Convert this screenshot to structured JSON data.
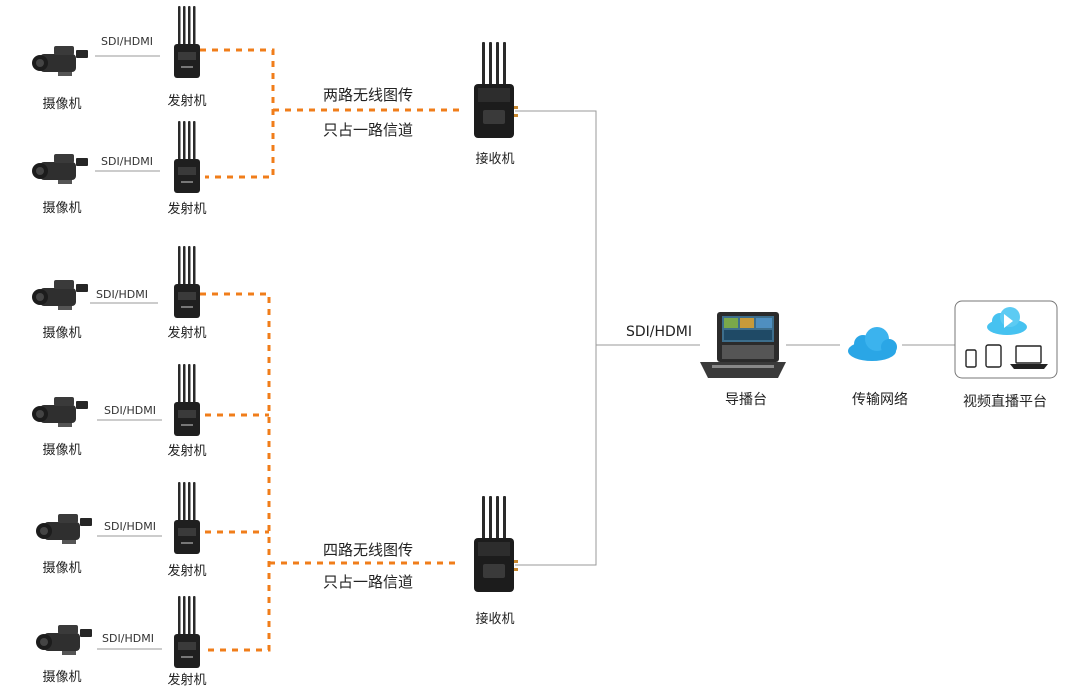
{
  "labels": {
    "camera": "摄像机",
    "transmitter": "发射机",
    "receiver": "接收机",
    "link": "SDI/HDMI",
    "switcher": "导播台",
    "network": "传输网络",
    "platform": "视频直播平台"
  },
  "groups": [
    {
      "line1": "两路无线图传",
      "line2": "只占一路信道"
    },
    {
      "line1": "四路无线图传",
      "line2": "只占一路信道"
    }
  ],
  "colors": {
    "dashed_link": "#f07d1a",
    "solid_link": "#9a9a9a",
    "device_dark": "#2a2a2a",
    "cloud": "#2aa6e6"
  }
}
